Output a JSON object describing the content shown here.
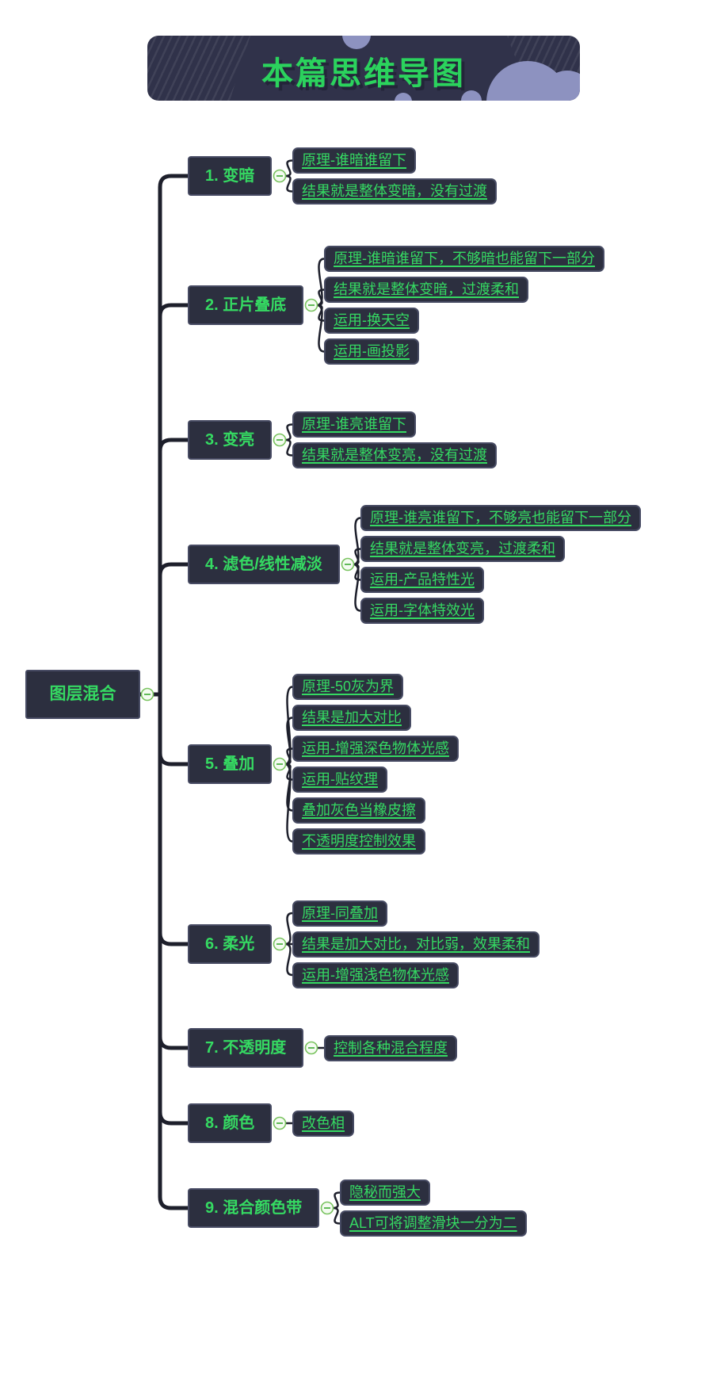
{
  "banner": {
    "title": "本篇思维导图"
  },
  "colors": {
    "title_green": "#2bd35d",
    "node_text_green": "#35da62",
    "node_background": "#2c2f3f",
    "node_border": "#474b63",
    "wire": "#1d1f2b",
    "banner_background": "#30324a",
    "banner_blob": "#8d92c0",
    "collapse_ring": "#79c35f"
  },
  "root": {
    "label": "图层混合"
  },
  "branches": [
    {
      "label": "1. 变暗",
      "children": [
        "原理-谁暗谁留下",
        "结果就是整体变暗，没有过渡"
      ]
    },
    {
      "label": "2. 正片叠底",
      "children": [
        "原理-谁暗谁留下，不够暗也能留下一部分",
        "结果就是整体变暗，过渡柔和",
        "运用-换天空",
        "运用-画投影"
      ]
    },
    {
      "label": "3. 变亮",
      "children": [
        "原理-谁亮谁留下",
        "结果就是整体变亮，没有过渡"
      ]
    },
    {
      "label": "4. 滤色/线性减淡",
      "children": [
        "原理-谁亮谁留下，不够亮也能留下一部分",
        "结果就是整体变亮，过渡柔和",
        "运用-产品特性光",
        "运用-字体特效光"
      ]
    },
    {
      "label": "5. 叠加",
      "children": [
        "原理-50灰为界",
        "结果是加大对比",
        "运用-增强深色物体光感",
        "运用-贴纹理",
        "叠加灰色当橡皮擦",
        "不透明度控制效果"
      ]
    },
    {
      "label": "6. 柔光",
      "children": [
        "原理-同叠加",
        "结果是加大对比，对比弱，效果柔和",
        "运用-增强浅色物体光感"
      ]
    },
    {
      "label": "7. 不透明度",
      "children": [
        "控制各种混合程度"
      ]
    },
    {
      "label": "8. 颜色",
      "children": [
        "改色相"
      ]
    },
    {
      "label": "9. 混合颜色带",
      "children": [
        "隐秘而强大",
        "ALT可将调整滑块一分为二"
      ]
    }
  ]
}
